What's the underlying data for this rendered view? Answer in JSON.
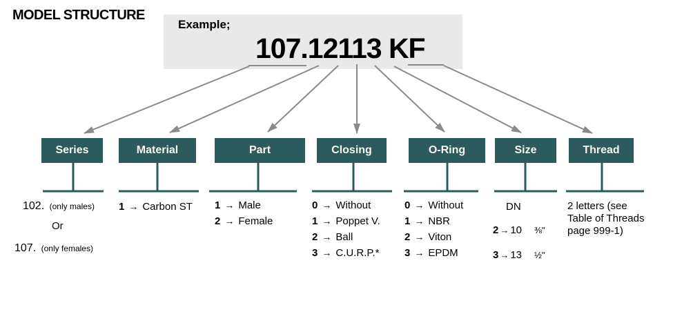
{
  "title": "MODEL STRUCTURE",
  "example": {
    "label": "Example;",
    "code": "107.12113 KF"
  },
  "glyphs": {
    "arrow": "→"
  },
  "colors": {
    "box": "#2C5B5E",
    "arrow_gray": "#8A8A8A",
    "example_bg": "#E9E9E9"
  },
  "columns": {
    "series": {
      "label": "Series",
      "option1": {
        "code": "102.",
        "note": "(only males)"
      },
      "or": "Or",
      "option2": {
        "code": "107.",
        "note": "(only females)"
      }
    },
    "material": {
      "label": "Material",
      "items": [
        {
          "key": "1",
          "value": "Carbon ST"
        }
      ]
    },
    "part": {
      "label": "Part",
      "items": [
        {
          "key": "1",
          "value": "Male"
        },
        {
          "key": "2",
          "value": "Female"
        }
      ]
    },
    "closing": {
      "label": "Closing",
      "items": [
        {
          "key": "0",
          "value": "Without"
        },
        {
          "key": "1",
          "value": "Poppet V."
        },
        {
          "key": "2",
          "value": "Ball"
        },
        {
          "key": "3",
          "value": "C.U.R.P.*"
        }
      ]
    },
    "oring": {
      "label": "O-Ring",
      "items": [
        {
          "key": "0",
          "value": "Without"
        },
        {
          "key": "1",
          "value": "NBR"
        },
        {
          "key": "2",
          "value": "Viton"
        },
        {
          "key": "3",
          "value": "EPDM"
        }
      ]
    },
    "size": {
      "label": "Size",
      "header": "DN",
      "items": [
        {
          "key": "2",
          "value": "10",
          "fraction": "⅜\""
        },
        {
          "key": "3",
          "value": "13",
          "fraction": "½\""
        }
      ]
    },
    "thread": {
      "label": "Thread",
      "lines": [
        "2 letters (see",
        "Table of Threads",
        "page 999-1)"
      ]
    }
  }
}
